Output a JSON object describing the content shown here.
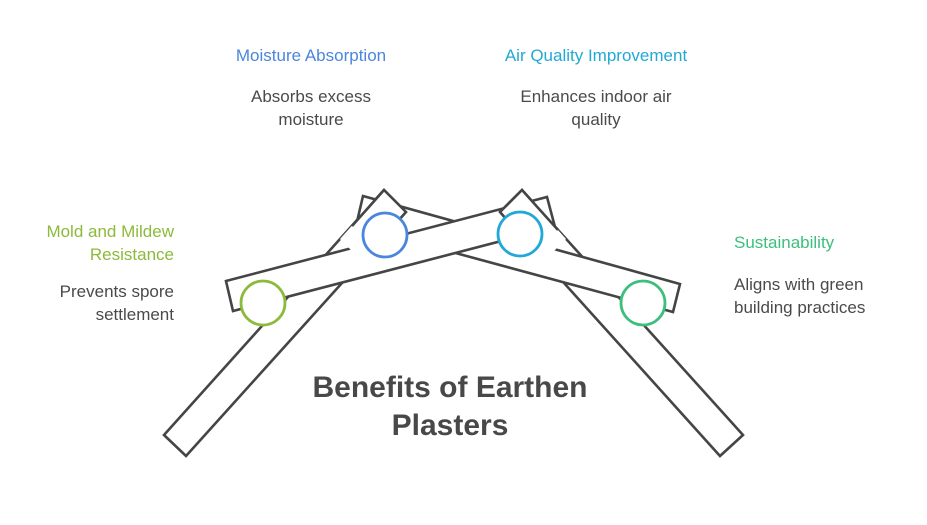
{
  "title": {
    "line1": "Benefits of Earthen",
    "line2": "Plasters"
  },
  "colors": {
    "outline": "#454545",
    "text": "#4a4a4a",
    "moisture": "#4a86dd",
    "air_quality": "#22a8d6",
    "mold": "#8cba3a",
    "sustainability": "#3cbe7c"
  },
  "benefits": [
    {
      "id": "moisture",
      "title": "Moisture Absorption",
      "desc_line1": "Absorbs excess",
      "desc_line2": "moisture",
      "color": "#4a86dd",
      "icon": "circle-node"
    },
    {
      "id": "air_quality",
      "title": "Air Quality Improvement",
      "desc_line1": "Enhances indoor air",
      "desc_line2": "quality",
      "color": "#22a8d6",
      "icon": "circle-node"
    },
    {
      "id": "mold",
      "title_line1": "Mold and Mildew",
      "title_line2": "Resistance",
      "desc_line1": "Prevents spore",
      "desc_line2": "settlement",
      "color": "#8cba3a",
      "icon": "circle-node"
    },
    {
      "id": "sustainability",
      "title": "Sustainability",
      "desc_line1": "Aligns with green",
      "desc_line2": "building practices",
      "color": "#3cbe7c",
      "icon": "circle-node"
    }
  ]
}
